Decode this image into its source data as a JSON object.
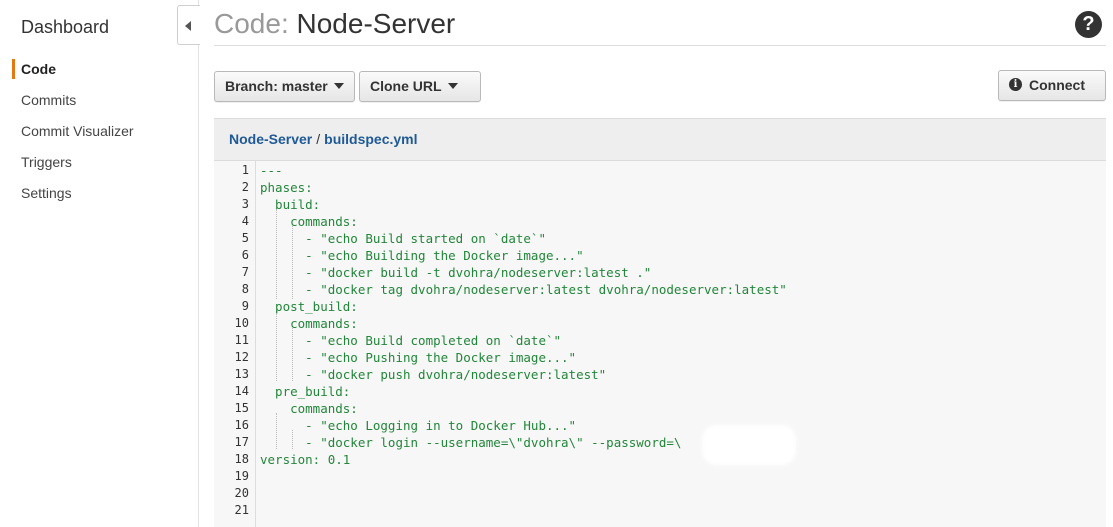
{
  "sidebar": {
    "title": "Dashboard",
    "items": [
      {
        "label": "Code",
        "active": true
      },
      {
        "label": "Commits"
      },
      {
        "label": "Commit Visualizer"
      },
      {
        "label": "Triggers"
      },
      {
        "label": "Settings"
      }
    ]
  },
  "header": {
    "title_prefix": "Code:",
    "title_name": "Node-Server",
    "help_glyph": "?"
  },
  "toolbar": {
    "branch_label": "Branch: master",
    "clone_label": "Clone URL",
    "connect_label": "Connect",
    "info_glyph": "i"
  },
  "breadcrumb": {
    "repo": "Node-Server",
    "separator": "/",
    "file": "buildspec.yml"
  },
  "code": {
    "lines": [
      "---",
      "phases:",
      "  build:",
      "    commands:",
      "      - \"echo Build started on `date`\"",
      "      - \"echo Building the Docker image...\"",
      "      - \"docker build -t dvohra/nodeserver:latest .\"",
      "      - \"docker tag dvohra/nodeserver:latest dvohra/nodeserver:latest\"",
      "  post_build:",
      "    commands:",
      "      - \"echo Build completed on `date`\"",
      "      - \"echo Pushing the Docker image...\"",
      "      - \"docker push dvohra/nodeserver:latest\"",
      "  pre_build:",
      "    commands:",
      "      - \"echo Logging in to Docker Hub...\"",
      "      - \"docker login --username=\\\"dvohra\\\" --password=\\          \\\"\"",
      "version: 0.1",
      "",
      "",
      ""
    ],
    "line_numbers": [
      "1",
      "2",
      "3",
      "4",
      "5",
      "6",
      "7",
      "8",
      "9",
      "10",
      "11",
      "12",
      "13",
      "14",
      "15",
      "16",
      "17",
      "18",
      "19",
      "20",
      "21"
    ]
  },
  "colors": {
    "accent": "#e47911",
    "link": "#1f5a96",
    "code_text": "#22863a"
  }
}
